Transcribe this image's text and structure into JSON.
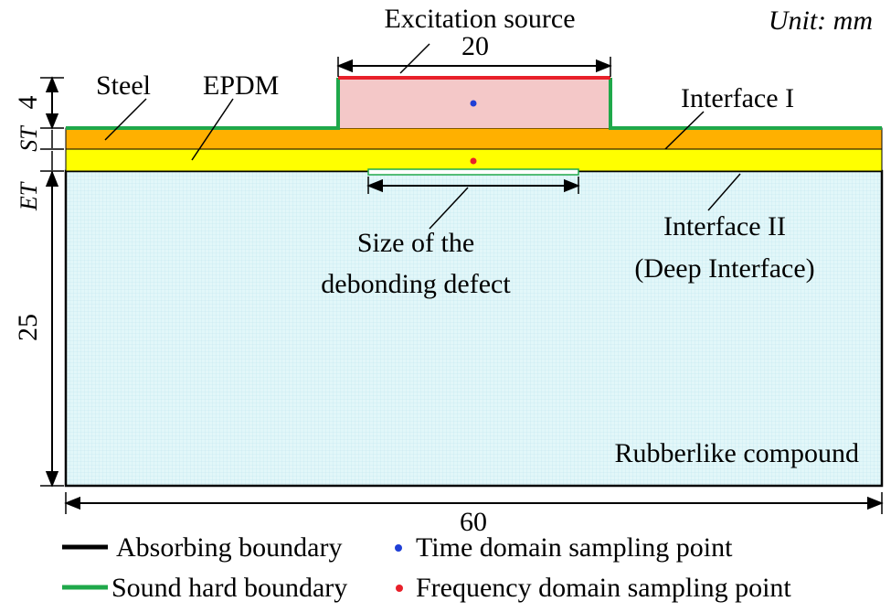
{
  "unit_label": "Unit: mm",
  "labels": {
    "excitation_source": "Excitation source",
    "steel": "Steel",
    "epdm": "EPDM",
    "interface_1": "Interface I",
    "interface_2_line1": "Interface II",
    "interface_2_line2": "(Deep Interface)",
    "defect_line1": "Size of the",
    "defect_line2": "debonding defect",
    "rubber": "Rubberlike compound"
  },
  "dimensions": {
    "source_width": "20",
    "total_width": "60",
    "source_height": "4",
    "steel_thickness": "ST",
    "epdm_thickness": "ET",
    "rubber_thickness": "25"
  },
  "legend": {
    "absorbing": "Absorbing boundary",
    "sound_hard": "Sound hard boundary",
    "time_point": "Time domain sampling point",
    "freq_point": "Frequency domain sampling point"
  },
  "colors": {
    "source_fill": "#f4c8c8",
    "steel_fill": "#ffb000",
    "epdm_fill": "#ffff00",
    "rubber_fill": "#d6f4f7",
    "sound_hard": "#1fa84a",
    "source_top": "#e8202a",
    "time_point": "#1f3fd6",
    "freq_point": "#e8202a"
  }
}
